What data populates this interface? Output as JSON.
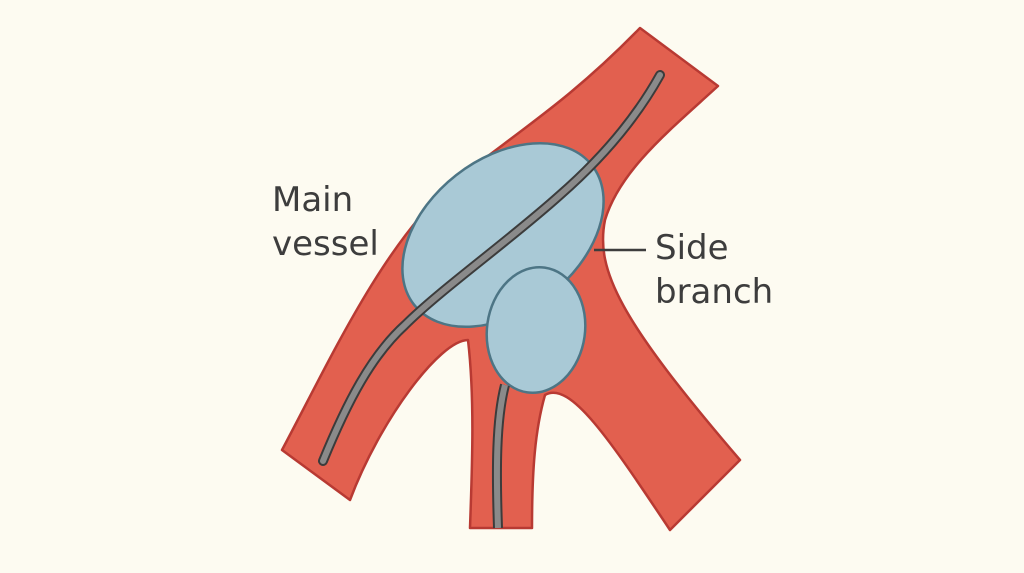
{
  "labels": {
    "main_vessel": [
      "Main",
      "vessel"
    ],
    "side_branch": [
      "Side",
      "branch"
    ]
  },
  "colors": {
    "background": "#fdfbf1",
    "vessel_fill": "#e2604f",
    "vessel_outline": "#b83a33",
    "balloon_fill": "#a9c9d6",
    "balloon_outline": "#4d7585",
    "wire_fill": "#8a8a8a",
    "wire_outline": "#3c3c3c",
    "text": "#3d3d3d"
  }
}
